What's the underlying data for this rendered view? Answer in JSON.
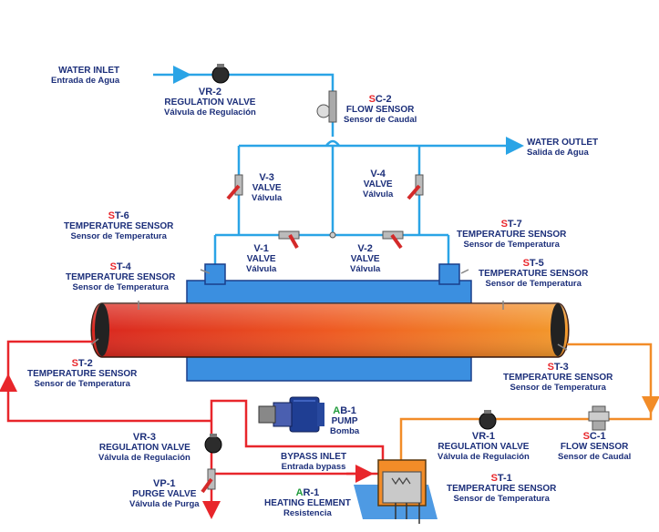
{
  "colors": {
    "cold_water": "#2aa4e6",
    "hot_water": "#e8262b",
    "warm_water": "#f28c28",
    "label_text": "#1c2f7a",
    "code_accent_red": "#e8262b",
    "code_accent_green": "#1f9b3a",
    "tank_blue": "#3b8fe0",
    "valve_red": "#d42a2a"
  },
  "labels": {
    "water_inlet": {
      "t": "WATER INLET",
      "s": "Entrada de Agua"
    },
    "vr2": {
      "prefix": "",
      "code": "VR-2",
      "t": "REGULATION VALVE",
      "s": "Válvula de Regulación"
    },
    "sc2": {
      "prefix": "S",
      "code": "C-2",
      "t": "FLOW SENSOR",
      "s": "Sensor de Caudal"
    },
    "water_outlet": {
      "t": "WATER OUTLET",
      "s": "Salida de Agua"
    },
    "v3": {
      "code": "V-3",
      "t": "VALVE",
      "s": "Válvula"
    },
    "v4": {
      "code": "V-4",
      "t": "VALVE",
      "s": "Válvula"
    },
    "st6": {
      "prefix": "S",
      "code": "T-6",
      "t": "TEMPERATURE SENSOR",
      "s": "Sensor de Temperatura"
    },
    "st7": {
      "prefix": "S",
      "code": "T-7",
      "t": "TEMPERATURE SENSOR",
      "s": "Sensor de Temperatura"
    },
    "v1": {
      "code": "V-1",
      "t": "VALVE",
      "s": "Válvula"
    },
    "v2": {
      "code": "V-2",
      "t": "VALVE",
      "s": "Válvula"
    },
    "st4": {
      "prefix": "S",
      "code": "T-4",
      "t": "TEMPERATURE SENSOR",
      "s": "Sensor de Temperatura"
    },
    "st5": {
      "prefix": "S",
      "code": "T-5",
      "t": "TEMPERATURE SENSOR",
      "s": "Sensor de Temperatura"
    },
    "st2": {
      "prefix": "S",
      "code": "T-2",
      "t": "TEMPERATURE SENSOR",
      "s": "Sensor de Temperatura"
    },
    "st3": {
      "prefix": "S",
      "code": "T-3",
      "t": "TEMPERATURE SENSOR",
      "s": "Sensor de Temperatura"
    },
    "ab1": {
      "prefix": "A",
      "code": "B-1",
      "t": "PUMP",
      "s": "Bomba"
    },
    "vr3": {
      "code": "VR-3",
      "t": "REGULATION VALVE",
      "s": "Válvula de Regulación"
    },
    "vr1": {
      "code": "VR-1",
      "t": "REGULATION VALVE",
      "s": "Válvula de Regulación"
    },
    "sc1": {
      "prefix": "S",
      "code": "C-1",
      "t": "FLOW SENSOR",
      "s": "Sensor de Caudal"
    },
    "bypass": {
      "t": "BYPASS INLET",
      "s": "Entrada bypass"
    },
    "vp1": {
      "code": "VP-1",
      "t": "PURGE VALVE",
      "s": "Válvula de Purga"
    },
    "ar1": {
      "prefix": "A",
      "code": "R-1",
      "t": "HEATING ELEMENT",
      "s": "Resistencia"
    },
    "st1": {
      "prefix": "S",
      "code": "T-1",
      "t": "TEMPERATURE SENSOR",
      "s": "Sensor de Temperatura"
    }
  }
}
